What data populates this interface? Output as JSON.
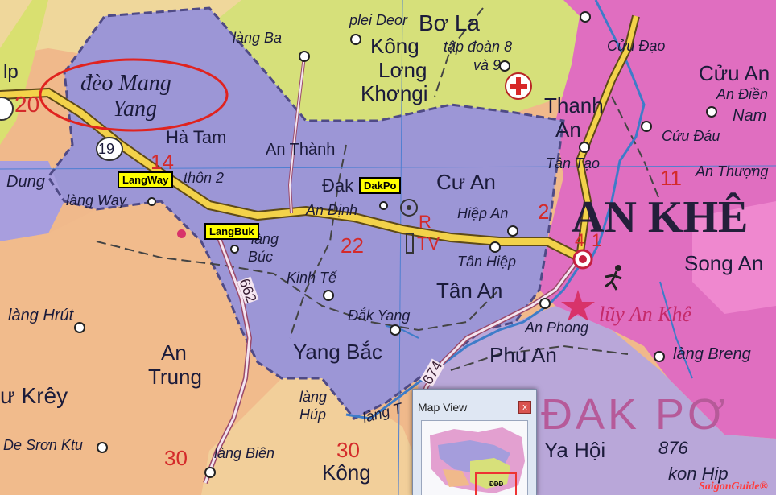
{
  "labels": {
    "plei_deor": "plei Deor",
    "bo_la": "Bơ La",
    "lang_ba": "làng Ba",
    "kong_long_khong": [
      "Kông",
      "Lơng",
      "Khơngi"
    ],
    "tap_doan": [
      "tập đoàn 8",
      "và 9"
    ],
    "cuu_dao": "Cửu Đạo",
    "cuu_an": "Cửu An",
    "an_dien": "An Điền",
    "nam": "Nam",
    "cuu_dau": "Cửu Đáu",
    "deo_mang_yang": [
      "đèo Mang",
      "Yang"
    ],
    "ha_tam": "Hà Tam",
    "thanh_an": [
      "Thanh",
      "An"
    ],
    "an_thanh": "An Thành",
    "thon_2": "thôn 2",
    "tan_tao": "Tân Tạo",
    "an_thuong": "An Thượng",
    "dung": "Dung",
    "lang_way": "làng Way",
    "dak": "Đak",
    "cu_an": "Cư An",
    "an_khe": "AN KHÊ",
    "an_dinh": "An Định",
    "hiep_an": "Hiệp An",
    "r_tv": [
      "R",
      "TV"
    ],
    "lang_buc": [
      "làng",
      "Búc"
    ],
    "tan_hiep": "Tân Hiệp",
    "song_an": "Song An",
    "kinh_te": "Kinh Tế",
    "tan_an": "Tân An",
    "lang_hrut": "làng Hrút",
    "dak_yang": "Đắk Yang",
    "an_phong": "An Phong",
    "luy_an_khe": "lũy An Khê",
    "an_trung": [
      "An",
      "Trung"
    ],
    "yang_bac": "Yang Bắc",
    "phu_an": "Phú An",
    "lang_breng": "làng Breng",
    "u_krey": "ư Krêy",
    "lang_hup": [
      "làng",
      "Húp"
    ],
    "lang_t": "làng T",
    "dak_po": "ĐAK PƠ",
    "de_sron_ktu": "De Srơn Ktu",
    "lang_bien": "làng Biên",
    "kong_bottom": "Kông",
    "ya_hoi": "Ya Hội",
    "elev_876": "876",
    "kon_hip": "kon Hip",
    "lang_p": "lp"
  },
  "numbers": {
    "n20": "20",
    "n19": "19",
    "n14": "14",
    "n22": "22",
    "n2": "2",
    "n11": "11",
    "n30a": "30",
    "n30b": "30",
    "n4": "4",
    "n1": "1",
    "road_662": "662",
    "road_674": "674"
  },
  "markers": {
    "langway": "LangWay",
    "langbuk": "LangBuk",
    "dakpo": "DakPo"
  },
  "inset": {
    "title": "Map View",
    "close": "x",
    "frame_label": "ĐĐĐ"
  },
  "credit": "SaigonGuide®",
  "colors": {
    "purple_district": "#9e98d6",
    "yellow_district": "#d9e27a",
    "pink_district": "#e46fc0",
    "orange_district": "#f1b988",
    "road": "#f3d24a",
    "circle": "#e0231f"
  }
}
